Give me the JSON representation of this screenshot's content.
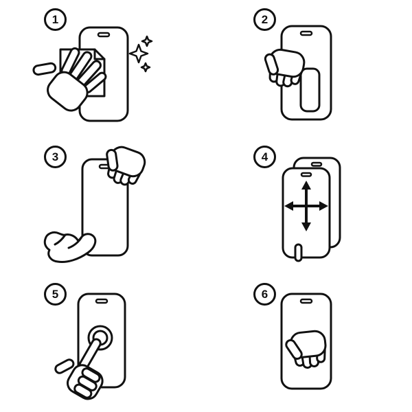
{
  "colors": {
    "background": "#ffffff",
    "line": "#111111"
  },
  "steps": [
    {
      "number": "1",
      "icon": "clean-screen-icon"
    },
    {
      "number": "2",
      "icon": "wipe-screen-icon"
    },
    {
      "number": "3",
      "icon": "peel-film-icon"
    },
    {
      "number": "4",
      "icon": "align-protector-icon"
    },
    {
      "number": "5",
      "icon": "press-center-icon"
    },
    {
      "number": "6",
      "icon": "smooth-surface-icon"
    }
  ]
}
